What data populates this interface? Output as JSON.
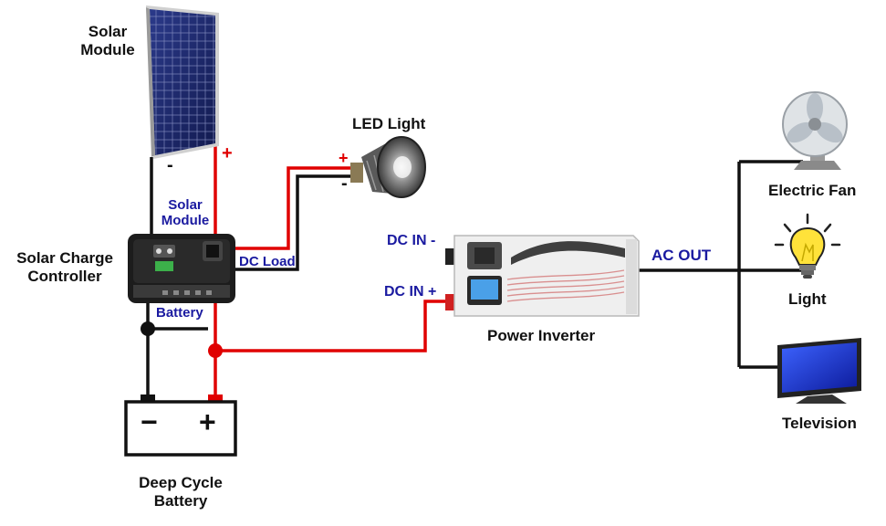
{
  "colors": {
    "positive_wire": "#e00000",
    "negative_wire": "#111111",
    "label_blue": "#1a1aa0",
    "panel_blue": "#1f2a6b",
    "inverter_body": "#efefef",
    "lcd_blue": "#4aa0e8"
  },
  "labels": {
    "solar_module_title": "Solar\nModule",
    "solar_module_minus": "-",
    "solar_module_plus": "+",
    "controller_solar_port": "Solar\nModule",
    "controller_title": "Solar Charge\nController",
    "controller_dc_load_port": "DC Load",
    "controller_battery_port": "Battery",
    "led_light_title": "LED Light",
    "led_plus": "+",
    "led_minus": "-",
    "dc_in_minus": "DC IN -",
    "dc_in_plus": "DC IN +",
    "inverter_title": "Power Inverter",
    "ac_out": "AC OUT",
    "electric_fan_title": "Electric Fan",
    "light_title": "Light",
    "television_title": "Television",
    "battery_minus": "−",
    "battery_plus": "+",
    "battery_title": "Deep Cycle\nBattery"
  }
}
